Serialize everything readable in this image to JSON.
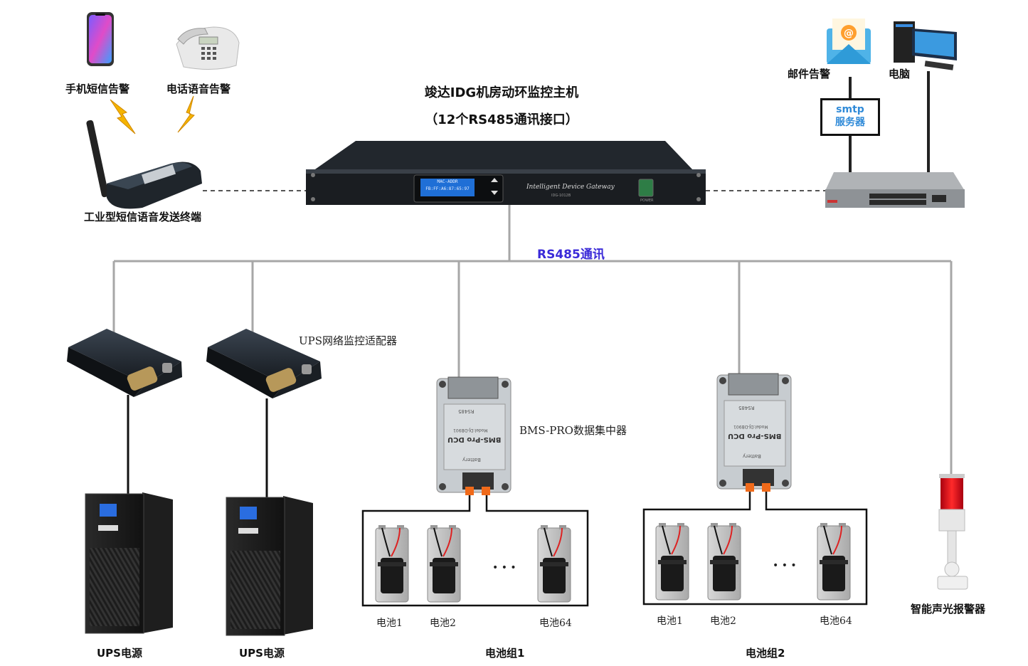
{
  "title": {
    "line1": "竣达IDG机房动环监控主机",
    "line2": "（12个RS485通讯接口）"
  },
  "host": {
    "display_line1": "MAC-ADDR",
    "display_line2": "FB:FF:A6:87:65:97",
    "brand": "Intelligent Device Gateway",
    "model": "IDG-1012B",
    "power_label": "POWER"
  },
  "alerts": {
    "sms": "手机短信告警",
    "voice": "电话语音告警",
    "terminal": "工业型短信语音发送终端"
  },
  "right": {
    "email": "邮件告警",
    "pc": "电脑",
    "smtp_line1": "smtp",
    "smtp_line2": "服务器"
  },
  "bus_label": "RS485通讯",
  "ups_adapter_label": "UPS网络监控适配器",
  "ups_label": "UPS电源",
  "bms_label": "BMS-PRO数据集中器",
  "bms_device": {
    "top_label": "RS485",
    "name": "BMS-Pro DCU",
    "model": "Model:DJ-DB901",
    "bottom_label": "Battery"
  },
  "battery_groups": [
    {
      "name": "电池组1",
      "cells": [
        "电池1",
        "电池2",
        "电池64"
      ],
      "ellipsis": "• • •"
    },
    {
      "name": "电池组2",
      "cells": [
        "电池1",
        "电池2",
        "电池64"
      ],
      "ellipsis": "• • •"
    }
  ],
  "alarm_light": "智能声光报警器",
  "colors": {
    "bus_line": "#a7a7a7",
    "rs485_text": "#3a2ad8",
    "smtp_text": "#2f8ad8",
    "lcd": "#1f6fd6",
    "device_dark": "#1e2328"
  }
}
